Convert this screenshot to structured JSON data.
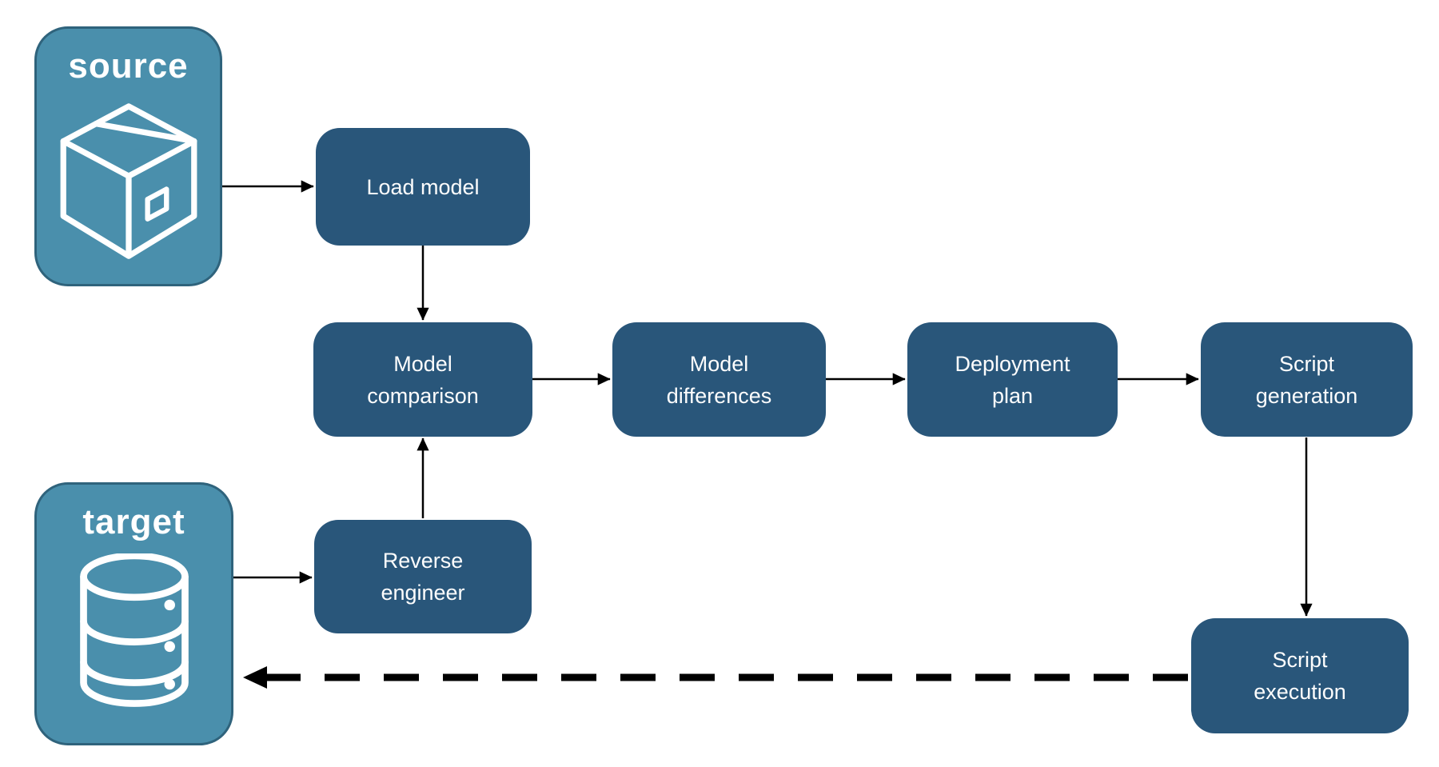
{
  "diagram": {
    "entities": {
      "source": {
        "label": "source",
        "icon": "package-icon"
      },
      "target": {
        "label": "target",
        "icon": "database-icon"
      }
    },
    "nodes": {
      "load_model": {
        "label": "Load model"
      },
      "model_comparison": {
        "label": "Model\ncomparison"
      },
      "model_differences": {
        "label": "Model\ndifferences"
      },
      "deployment_plan": {
        "label": "Deployment\nplan"
      },
      "script_generation": {
        "label": "Script\ngeneration"
      },
      "reverse_engineer": {
        "label": "Reverse\nengineer"
      },
      "script_execution": {
        "label": "Script\nexecution"
      }
    },
    "edges": [
      {
        "from": "source",
        "to": "load_model",
        "style": "solid"
      },
      {
        "from": "load_model",
        "to": "model_comparison",
        "style": "solid"
      },
      {
        "from": "model_comparison",
        "to": "model_differences",
        "style": "solid"
      },
      {
        "from": "model_differences",
        "to": "deployment_plan",
        "style": "solid"
      },
      {
        "from": "deployment_plan",
        "to": "script_generation",
        "style": "solid"
      },
      {
        "from": "script_generation",
        "to": "script_execution",
        "style": "solid"
      },
      {
        "from": "target",
        "to": "reverse_engineer",
        "style": "solid"
      },
      {
        "from": "reverse_engineer",
        "to": "model_comparison",
        "style": "solid"
      },
      {
        "from": "script_execution",
        "to": "target",
        "style": "dashed"
      }
    ],
    "colors": {
      "node_fill": "#29567A",
      "entity_fill": "#4A8FAC",
      "entity_border": "#2F637C",
      "text": "#FFFFFF",
      "connector": "#000000",
      "background": "#FFFFFF"
    }
  }
}
